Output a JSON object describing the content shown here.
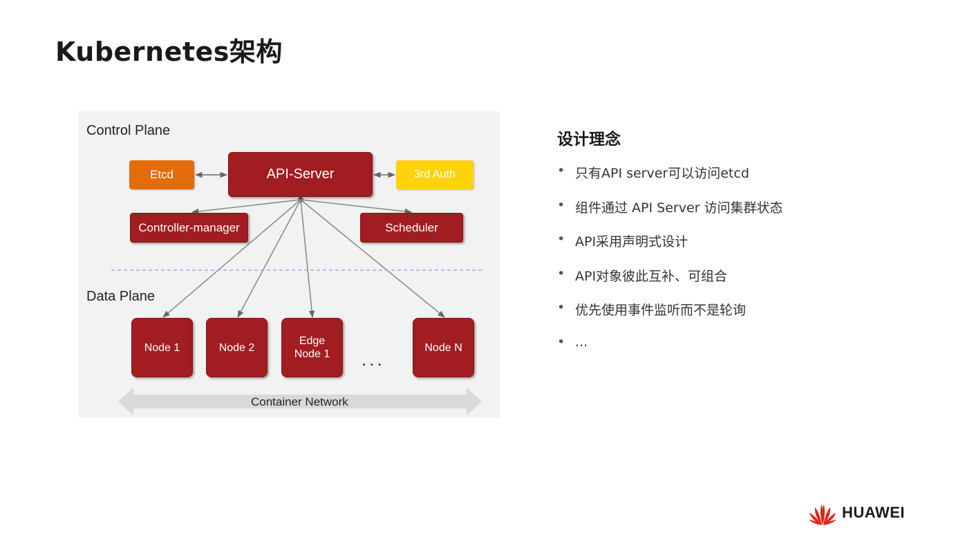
{
  "slide": {
    "title": "Kubernetes架构"
  },
  "diagram": {
    "control_plane_label": "Control Plane",
    "data_plane_label": "Data Plane",
    "components": {
      "etcd": "Etcd",
      "api_server": "API-Server",
      "third_auth": "3rd Auth",
      "controller_manager": "Controller-manager",
      "scheduler": "Scheduler"
    },
    "nodes": [
      {
        "line1": "Node 1",
        "line2": ""
      },
      {
        "line1": "Node 2",
        "line2": ""
      },
      {
        "line1": "Edge",
        "line2": "Node 1"
      },
      {
        "line1": "Node N",
        "line2": ""
      }
    ],
    "ellipsis": "...",
    "network_label": "Container Network",
    "colors": {
      "primary_red": "#a11d21",
      "etcd_orange": "#e36c0a",
      "auth_yellow": "#ffd20a",
      "divider_blue": "#8eb4e3",
      "panel_bg": "#f2f2f2"
    }
  },
  "principles": {
    "title": "设计理念",
    "bullet": "•",
    "items": [
      "只有API server可以访问etcd",
      "组件通过 API Server 访问集群状态",
      "API采用声明式设计",
      "API对象彼此互补、可组合",
      "优先使用事件监听而不是轮询",
      "..."
    ]
  },
  "brand": {
    "name": "HUAWEI",
    "logo_icon": "huawei-flower-logo"
  }
}
